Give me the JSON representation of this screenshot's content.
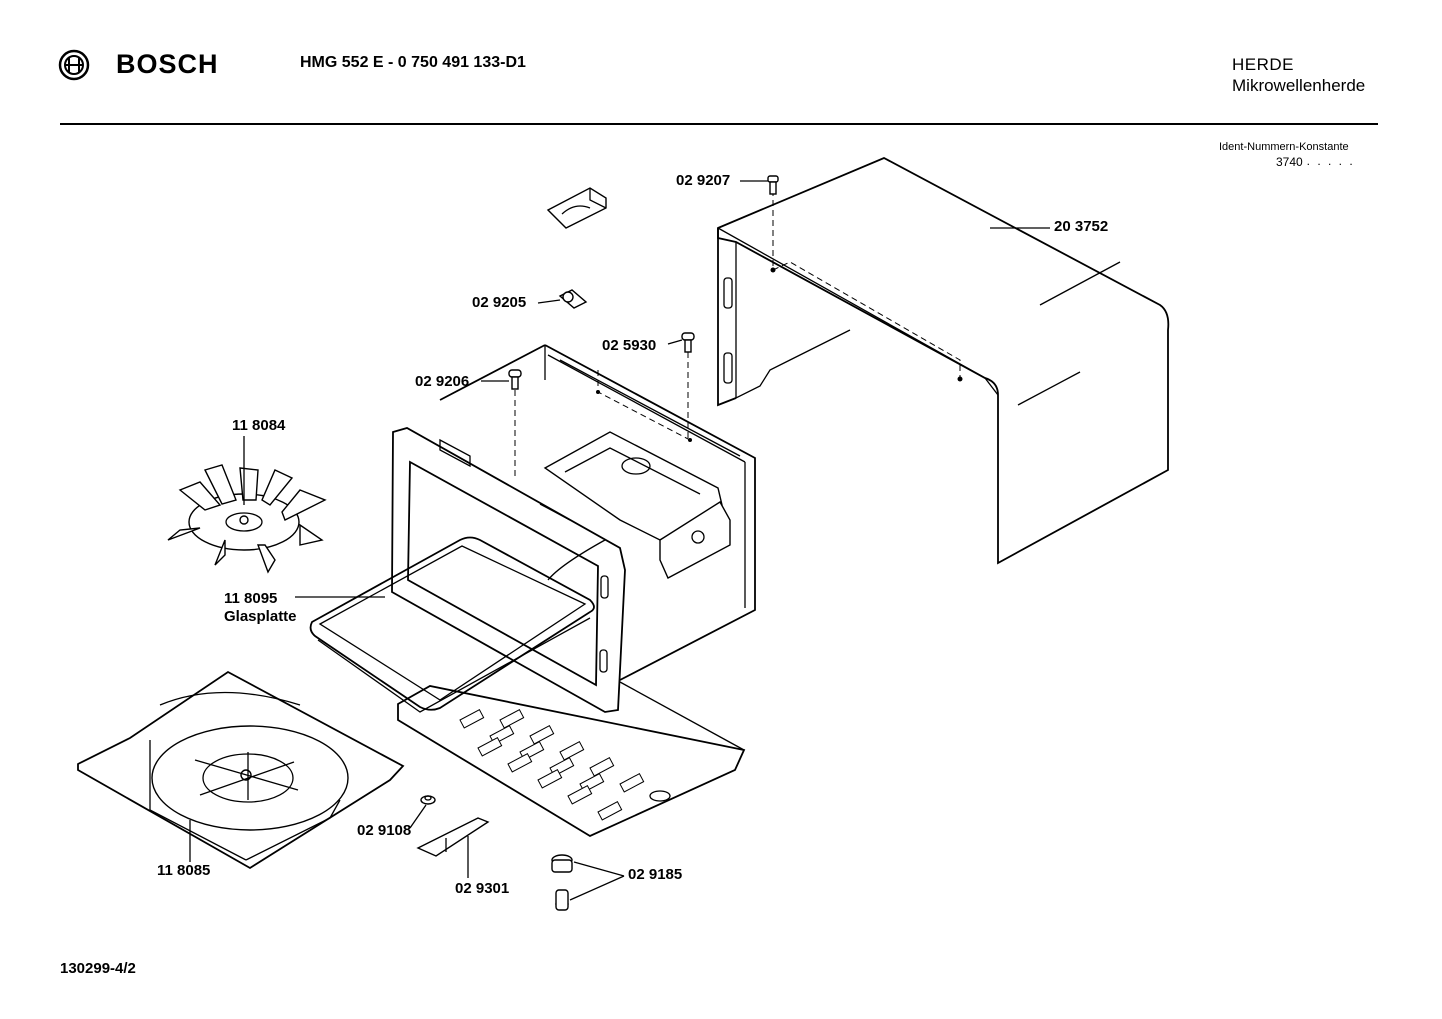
{
  "header": {
    "brand": "BOSCH",
    "logo_icon": "bosch-armature-logo-icon",
    "model": "HMG 552 E - 0 750 491 133-D1",
    "category": "HERDE",
    "subcategory": "Mikrowellenherde"
  },
  "ident": {
    "label": "Ident-Nummern-Konstante",
    "value": "3740",
    "dots": ". .  . . . ."
  },
  "parts": {
    "p029207": "02 9207",
    "p203752": "20 3752",
    "p029205": "02 9205",
    "p025930": "02 5930",
    "p029206": "02 9206",
    "p118084": "11 8084",
    "p118095": "11 8095",
    "p118095_name": "Glasplatte",
    "p029108": "02 9108",
    "p118085": "11 8085",
    "p029301": "02 9301",
    "p029185": "02 9185"
  },
  "footer": {
    "drawing_no": "130299-4/2"
  }
}
